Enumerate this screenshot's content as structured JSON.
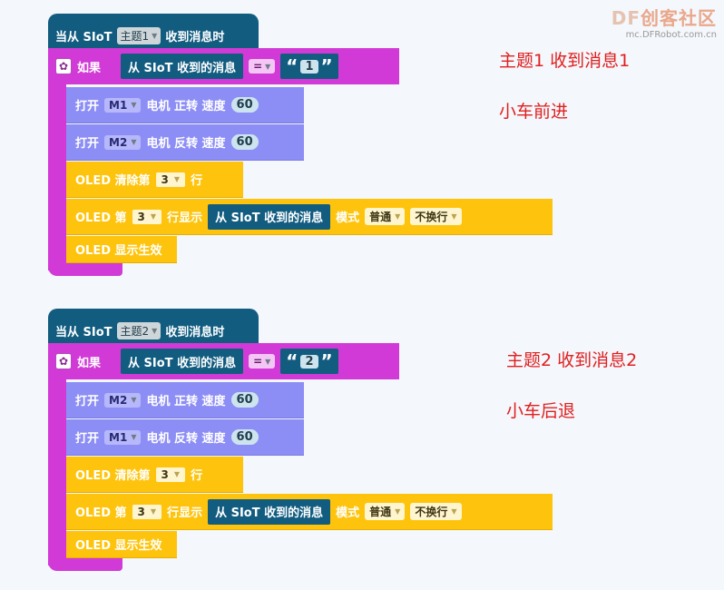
{
  "logo": {
    "mark": "DF",
    "text": "创客社区",
    "sub": "mc.DFRobot.com.cn"
  },
  "programs": [
    {
      "hat": {
        "prefix": "当从 SIoT",
        "topic": "主题1",
        "suffix": "收到消息时"
      },
      "if": {
        "label": "如果",
        "value_block": "从 SIoT 收到的消息",
        "op": "=",
        "string": "1"
      },
      "motors": [
        {
          "open": "打开",
          "motor": "M1",
          "desc": "电机 正转 速度",
          "speed": "60"
        },
        {
          "open": "打开",
          "motor": "M2",
          "desc": "电机 反转 速度",
          "speed": "60"
        }
      ],
      "oled_clear": {
        "label": "OLED 清除第",
        "line": "3",
        "suffix": "行"
      },
      "oled_show": {
        "label": "OLED 第",
        "line": "3",
        "show": "行显示",
        "value_block": "从 SIoT 收到的消息",
        "mode_label": "模式",
        "mode": "普通",
        "wrap": "不换行"
      },
      "oled_effect": "OLED 显示生效",
      "notes": [
        "主题1 收到消息1",
        "小车前进"
      ]
    },
    {
      "hat": {
        "prefix": "当从 SIoT",
        "topic": "主题2",
        "suffix": "收到消息时"
      },
      "if": {
        "label": "如果",
        "value_block": "从 SIoT 收到的消息",
        "op": "=",
        "string": "2"
      },
      "motors": [
        {
          "open": "打开",
          "motor": "M2",
          "desc": "电机 正转 速度",
          "speed": "60"
        },
        {
          "open": "打开",
          "motor": "M1",
          "desc": "电机 反转 速度",
          "speed": "60"
        }
      ],
      "oled_clear": {
        "label": "OLED 清除第",
        "line": "3",
        "suffix": "行"
      },
      "oled_show": {
        "label": "OLED 第",
        "line": "3",
        "show": "行显示",
        "value_block": "从 SIoT 收到的消息",
        "mode_label": "模式",
        "mode": "普通",
        "wrap": "不换行"
      },
      "oled_effect": "OLED 显示生效",
      "notes": [
        "主题2 收到消息2",
        "小车后退"
      ]
    }
  ]
}
